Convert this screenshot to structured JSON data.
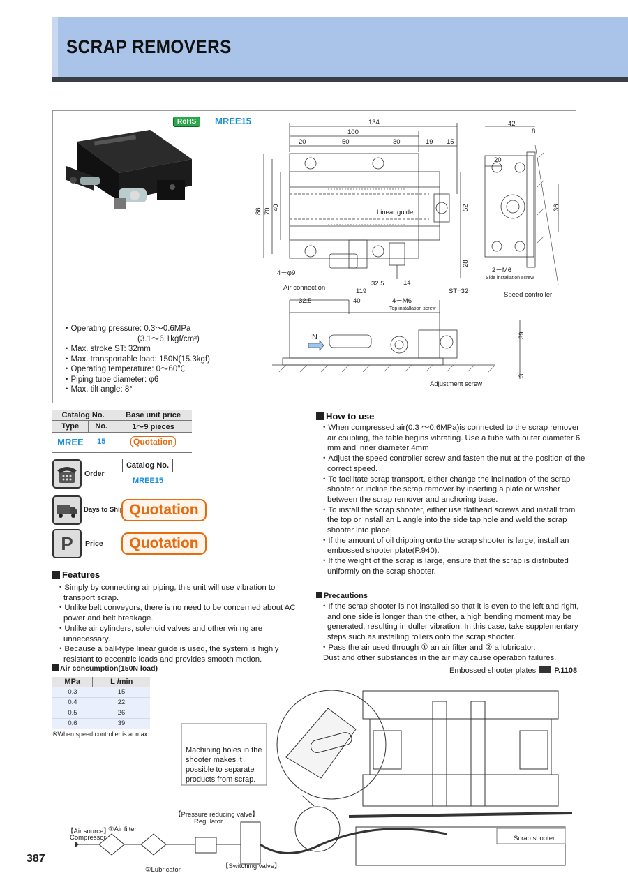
{
  "header": {
    "title": "SCRAP REMOVERS"
  },
  "product": {
    "rohs_badge": "RoHS",
    "model_title": "MREE15",
    "specs": [
      "・Operating pressure: 0.3～0.6MPa",
      "(3.1～6.1kgf/cm²)",
      "・Max. stroke ST: 32mm",
      "・Max. transportable load: 150N(15.3kgf)",
      "・Operating temperature: 0～60℃",
      "・Piping tube diameter: φ6",
      "・Max. tilt angle: 8°"
    ]
  },
  "drawing": {
    "dims_top": {
      "d134": "134",
      "d100": "100",
      "d20": "20",
      "d50": "50",
      "d30": "30",
      "d19": "19",
      "d15": "15"
    },
    "dims_side": {
      "d86": "86",
      "d70": "70",
      "d40": "40",
      "d52": "52",
      "d28": "28"
    },
    "dims_right": {
      "d42": "42",
      "d8": "8",
      "d20": "20",
      "d36": "36"
    },
    "labels": {
      "linear_guide": "Linear guide",
      "holes": "4－φ9",
      "m6_side": "2－M6",
      "m6_side_note": "Side installation screw",
      "air_connection": "Air connection",
      "d32_5": "32.5",
      "d14": "14",
      "st": "ST=32",
      "speed_controller": "Speed controller",
      "d119": "119",
      "d32_5b": "32.5",
      "d40b": "40",
      "m6_top": "4－M6",
      "m6_top_note": "Top installation screw",
      "in": "IN",
      "d39": "39",
      "d3": "3",
      "adjustment_screw": "Adjustment screw"
    }
  },
  "catalog_table": {
    "header_catalog": "Catalog No.",
    "header_type": "Type",
    "header_no": "No.",
    "header_price": "Base unit price",
    "header_pieces": "1～9 pieces",
    "type": "MREE",
    "no": "15",
    "price": "Quotation"
  },
  "order": {
    "label": "Order",
    "catalog_box": "Catalog No.",
    "catalog_value": "MREE15",
    "days_label": "Days to Ship",
    "days_value": "Quotation",
    "price_label": "Price",
    "price_value": "Quotation"
  },
  "features": {
    "title": "Features",
    "items": [
      "・Simply by connecting air piping, this unit will use vibration to transport scrap.",
      "・Unlike belt conveyors, there is no need to be concerned about AC power and belt breakage.",
      "・Unlike air cylinders, solenoid valves and other wiring are unnecessary.",
      "・Because a ball-type linear guide is used, the system is highly resistant to eccentric loads and provides smooth motion."
    ]
  },
  "air_table": {
    "title": "Air consumption(150N load)",
    "col1": "MPa",
    "col2": "L /min",
    "rows": [
      [
        "0.3",
        "15"
      ],
      [
        "0.4",
        "22"
      ],
      [
        "0.5",
        "26"
      ],
      [
        "0.6",
        "39"
      ]
    ],
    "note": "※When speed controller is at max."
  },
  "how_to_use": {
    "title": "How to use",
    "items": [
      "・When compressed air(0.3 ～0.6MPa)is connected to the scrap remover air coupling, the table begins vibrating. Use a tube with outer diameter 6 mm and inner diameter 4mm",
      "・Adjust the speed controller screw and fasten the nut at the position of the correct speed.",
      "・To facilitate scrap transport, either change the inclination of the scrap shooter or incline the scrap remover by inserting a plate or washer between the scrap remover and anchoring base.",
      "・To install the scrap shooter, either use flathead screws and install from the top or install an L angle into the side tap hole and weld the scrap shooter into place.",
      "・If the amount of oil dripping onto the scrap shooter is large, install an embossed shooter plate(P.940).",
      "・If the weight of the scrap is large, ensure that the scrap is distributed uniformly on the scrap shooter."
    ]
  },
  "precautions": {
    "title": "Precautions",
    "items": [
      "・If the scrap shooter is not installed so that it is even to the left and right, and one side is longer than the other, a high bending moment may be generated, resulting in duller vibration. In this case, take supplementary steps such as installing rollers onto the scrap shooter.",
      "・Pass the air used through ① an air filter and ② a lubricator.",
      "Dust and other substances in the air may cause operation failures."
    ],
    "ref_text": "Embossed shooter plates",
    "ref_page": "P.1108"
  },
  "diagram": {
    "machining_note": "Machining holes in the shooter makes it possible to separate products from scrap.",
    "air_source": "【Air source】",
    "compressor": "Compressor",
    "air_filter": "①Air filter",
    "lubricator": "②Lubricator",
    "pressure_valve": "【Pressure reducing valve】",
    "regulator": "Regulator",
    "switching_valve": "【Switching valve】",
    "scrap_shooter": "Scrap shooter"
  },
  "page_number": "387"
}
